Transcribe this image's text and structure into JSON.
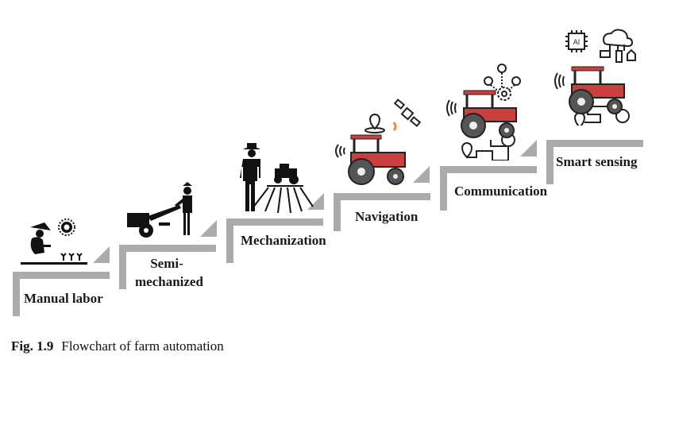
{
  "steps": [
    {
      "label": "Manual labor",
      "icon": "farmer-planting-icon"
    },
    {
      "label_line1": "Semi-",
      "label_line2": "mechanized",
      "icon": "walking-tractor-icon"
    },
    {
      "label": "Mechanization",
      "icon": "farmer-with-tractor-icon"
    },
    {
      "label": "Navigation",
      "icon": "gps-tractor-icon"
    },
    {
      "label": "Communication",
      "icon": "connected-tractor-icon"
    },
    {
      "label": "Smart sensing",
      "icon": "ai-tractor-icon"
    }
  ],
  "caption": {
    "number": "Fig. 1.9",
    "text": "Flowchart of farm automation"
  },
  "icon_labels": {
    "ai_chip": "AI"
  },
  "colors": {
    "step": "#ababab",
    "tractor": "#c9403f",
    "text": "#1a1a1a"
  }
}
